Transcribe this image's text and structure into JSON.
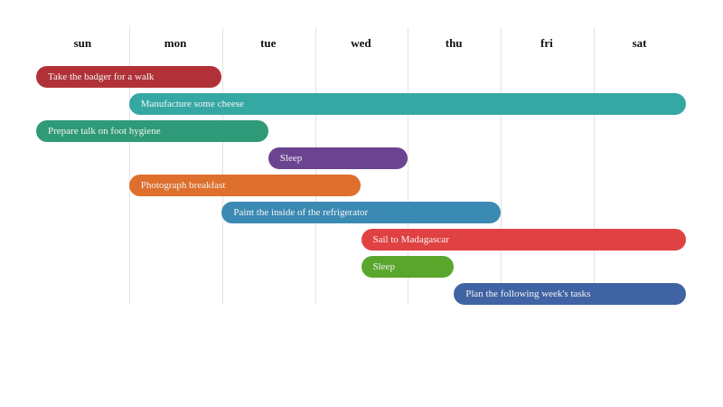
{
  "chart_data": {
    "type": "gantt",
    "title": "",
    "categories": [
      "sun",
      "mon",
      "tue",
      "wed",
      "thu",
      "fri",
      "sat"
    ],
    "tasks": [
      {
        "label": "Take the badger for a walk",
        "start": 0,
        "end": 2,
        "color": "#b03238"
      },
      {
        "label": "Manufacture some cheese",
        "start": 1,
        "end": 7,
        "color": "#36a8a4"
      },
      {
        "label": "Prepare talk on foot hygiene",
        "start": 0,
        "end": 2.5,
        "color": "#2f9a78"
      },
      {
        "label": "Sleep",
        "start": 2.5,
        "end": 4,
        "color": "#6b4491"
      },
      {
        "label": "Photograph breakfast",
        "start": 1,
        "end": 3.5,
        "color": "#de6f2c"
      },
      {
        "label": "Paint the inside of the refrigerator",
        "start": 2,
        "end": 5,
        "color": "#3b8ab3"
      },
      {
        "label": "Sail to Madagascar",
        "start": 3.5,
        "end": 7,
        "color": "#e04142"
      },
      {
        "label": "Sleep",
        "start": 3.5,
        "end": 4.5,
        "color": "#5aa62d"
      },
      {
        "label": "Plan the following week's tasks",
        "start": 4.5,
        "end": 7,
        "color": "#4063a3"
      }
    ],
    "grid": true
  }
}
